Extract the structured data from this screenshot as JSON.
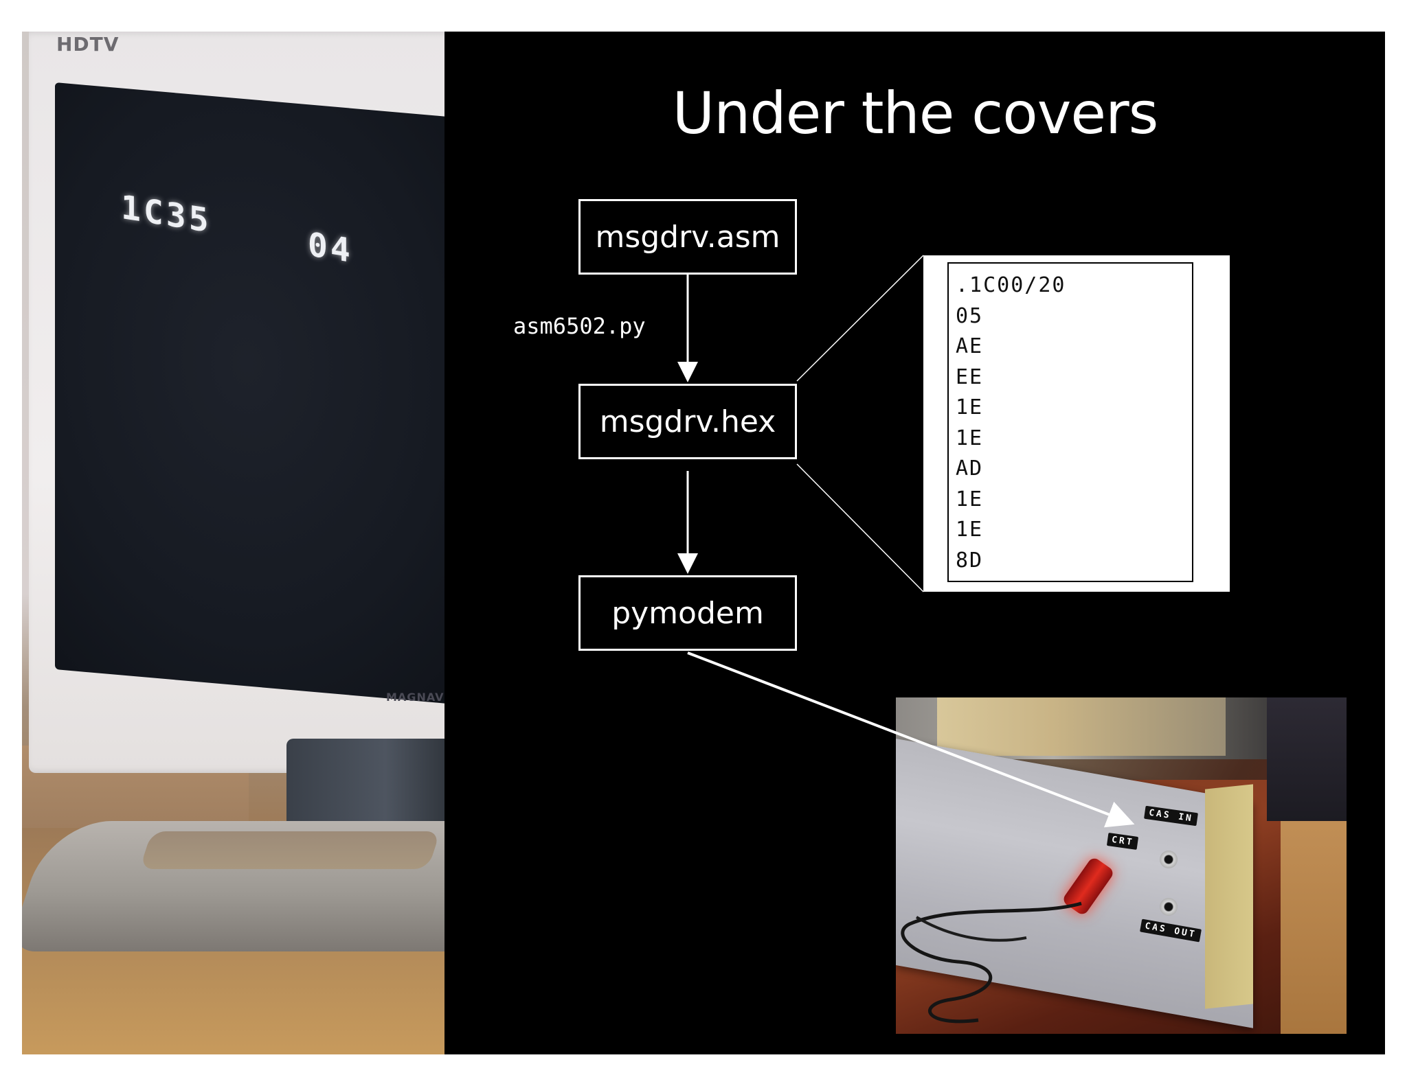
{
  "slide": {
    "title": "Under the covers"
  },
  "flow": {
    "source_file": "msgdrv.asm",
    "assembler": "asm6502.py",
    "hex_file": "msgdrv.hex",
    "loader": "pymodem"
  },
  "hex_listing": [
    ".1C00/20",
    "05",
    "AE",
    "EE",
    "1E",
    "1E",
    "AD",
    "1E",
    "1E",
    "8D"
  ],
  "tv_photo": {
    "logo": "HDTV",
    "screen_address": "1C35",
    "screen_value": "04",
    "brand": "MAGNAVOX"
  },
  "interface_photo": {
    "label_cas_in": "CAS IN",
    "label_crt": "CRT",
    "label_cas_out": "CAS OUT"
  },
  "colors": {
    "slide_background": "#000000",
    "diagram_foreground": "#ffffff"
  }
}
